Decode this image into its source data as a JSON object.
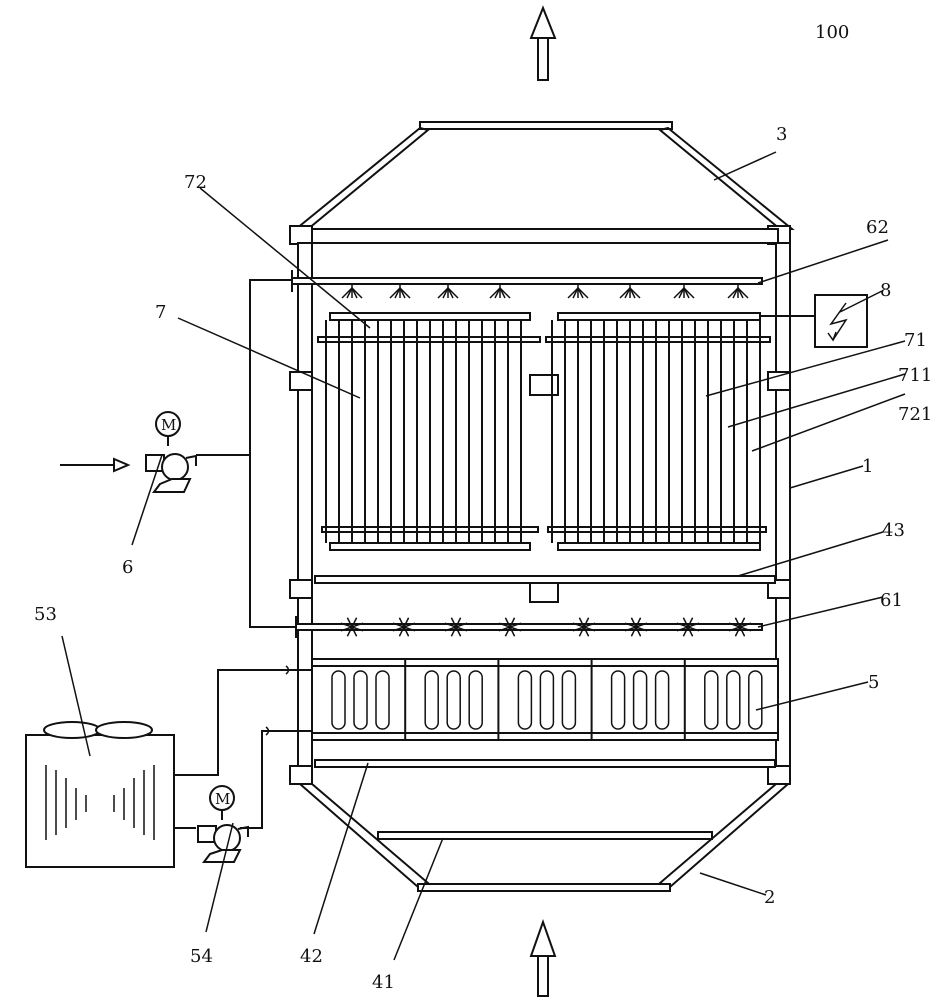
{
  "figure": {
    "number": "100",
    "labels": {
      "l1": "1",
      "l2": "2",
      "l3": "3",
      "l41": "41",
      "l42": "42",
      "l43": "43",
      "l5": "5",
      "l53": "53",
      "l54": "54",
      "l6": "6",
      "l61": "61",
      "l62": "62",
      "l7": "7",
      "l71": "71",
      "l711": "711",
      "l72": "72",
      "l721": "721",
      "l8": "8"
    },
    "motor_symbol": "M"
  }
}
